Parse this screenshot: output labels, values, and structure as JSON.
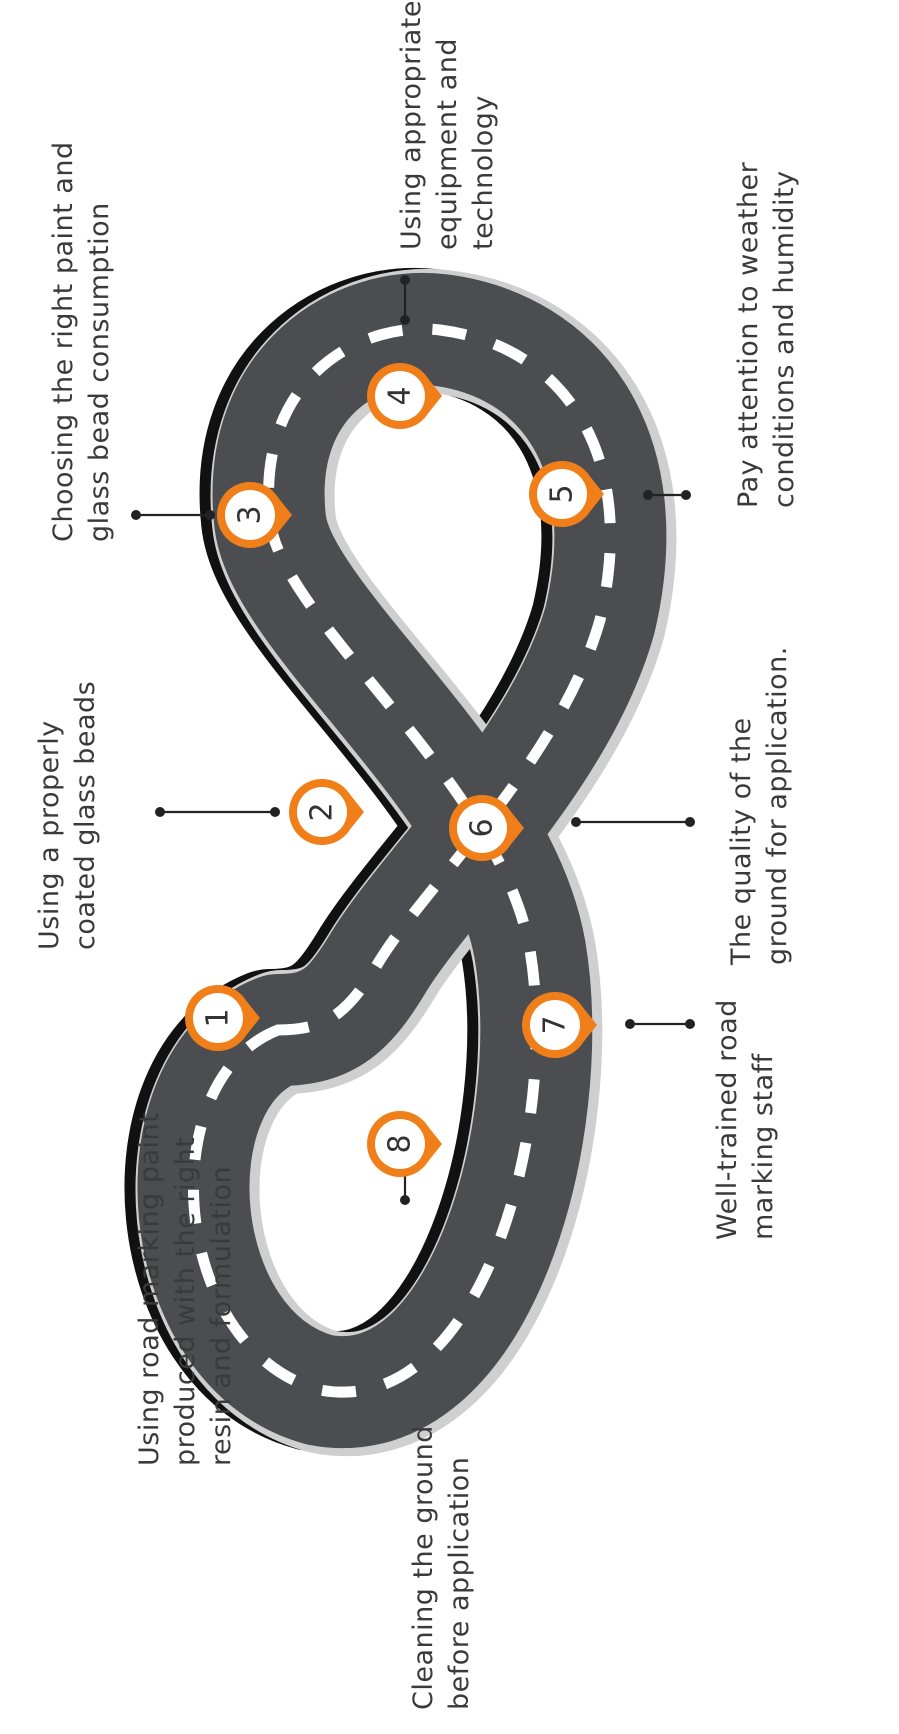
{
  "colors": {
    "background": "#ffffff",
    "road_asphalt": "#4b4d50",
    "road_edge_light": "#d9d9d9",
    "road_edge_dark": "#111111",
    "lane_dash": "#ffffff",
    "marker_orange": "#f07f1a",
    "marker_inner": "#ffffff",
    "text": "#3a3a3a",
    "leader": "#222222"
  },
  "steps": [
    {
      "number": "1",
      "lines": [
        "Using road marking paint",
        "produced with the right",
        "resin and formulation"
      ]
    },
    {
      "number": "2",
      "lines": [
        "Using a properly",
        "coated glass beads"
      ]
    },
    {
      "number": "3",
      "lines": [
        "Choosing the right paint and",
        "glass bead consumption"
      ]
    },
    {
      "number": "4",
      "lines": [
        "Using appropriate",
        "equipment and",
        "technology"
      ]
    },
    {
      "number": "5",
      "lines": [
        "Pay attention to weather",
        "conditions and humidity"
      ]
    },
    {
      "number": "6",
      "lines": [
        "The quality of the",
        "ground for application."
      ]
    },
    {
      "number": "7",
      "lines": [
        "Well-trained road",
        "marking staff"
      ]
    },
    {
      "number": "8",
      "lines": [
        "Cleaning the ground",
        "before application"
      ]
    }
  ],
  "icons": {
    "road": "figure-eight-road-icon",
    "marker": "map-pin-icon"
  }
}
